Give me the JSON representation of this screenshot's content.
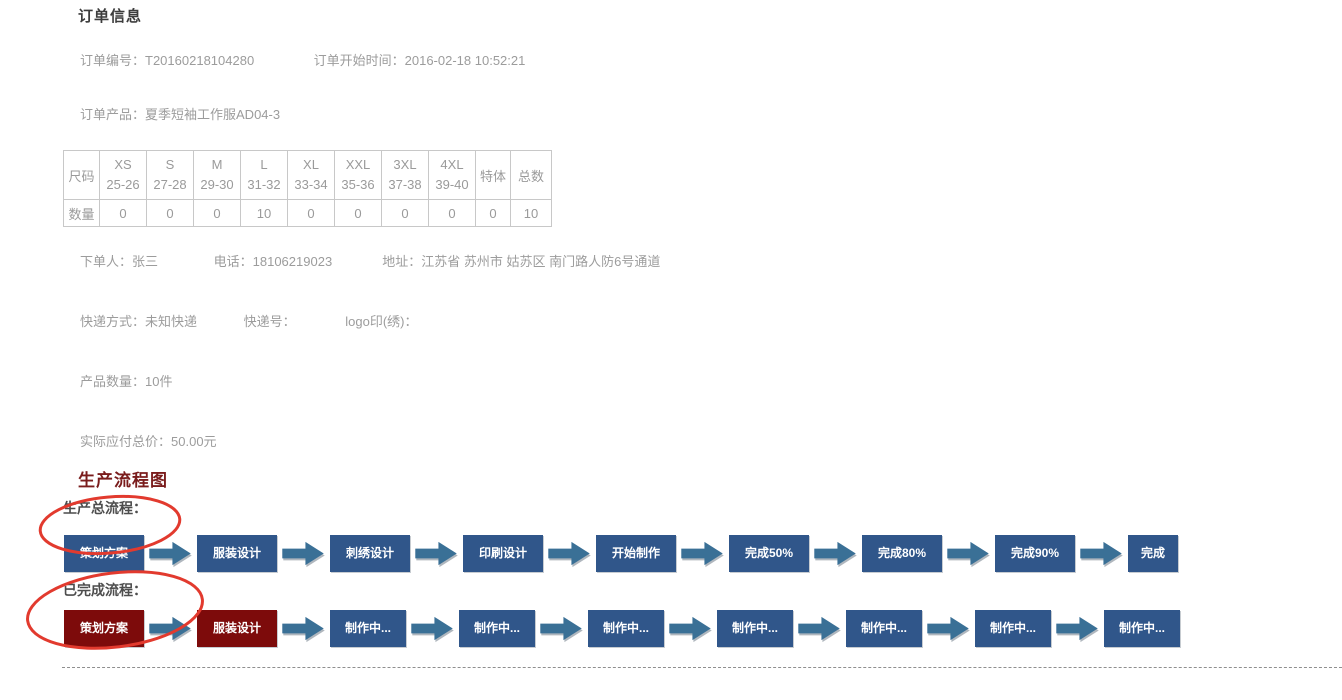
{
  "order_info": {
    "title": "订单信息",
    "number_label": "订单编号：",
    "number": "T20160218104280",
    "start_time_label": "订单开始时间：",
    "start_time": "2016-02-18 10:52:21",
    "product_label": "订单产品：",
    "product": "夏季短袖工作服AD04-3"
  },
  "size_table": {
    "row1_header": "尺码",
    "row2_header": "数量",
    "columns": [
      {
        "size": "XS",
        "range": "25-26"
      },
      {
        "size": "S",
        "range": "27-28"
      },
      {
        "size": "M",
        "range": "29-30"
      },
      {
        "size": "L",
        "range": "31-32"
      },
      {
        "size": "XL",
        "range": "33-34"
      },
      {
        "size": "XXL",
        "range": "35-36"
      },
      {
        "size": "3XL",
        "range": "37-38"
      },
      {
        "size": "4XL",
        "range": "39-40"
      }
    ],
    "special_header": "特体",
    "total_header": "总数",
    "quantities": [
      "0",
      "0",
      "0",
      "10",
      "0",
      "0",
      "0",
      "0",
      "0",
      "10"
    ]
  },
  "buyer_line": {
    "buyer_label": "下单人：",
    "buyer": "张三",
    "phone_label": "电话：",
    "phone": "18106219023",
    "address_label": "地址：",
    "address": "江苏省 苏州市 姑苏区 南门路人防6号通道"
  },
  "express_line": {
    "method_label": "快递方式：",
    "method": "未知快递",
    "number_label": "快递号：",
    "number": "",
    "logo_label": "logo印(绣)：",
    "logo": ""
  },
  "quantity_line": {
    "label": "产品数量：",
    "value": "10件"
  },
  "price_line": {
    "label": "实际应付总价：",
    "value": "50.00元"
  },
  "flow": {
    "title": "生产流程图",
    "total_label": "生产总流程：",
    "done_label": "已完成流程：",
    "total_steps": [
      "策划方案",
      "服装设计",
      "刺绣设计",
      "印刷设计",
      "开始制作",
      "完成50%",
      "完成80%",
      "完成90%",
      "完成"
    ],
    "done_steps": [
      {
        "label": "策划方案",
        "state": "completed"
      },
      {
        "label": "服装设计",
        "state": "completed"
      },
      {
        "label": "制作中...",
        "state": "in-progress"
      },
      {
        "label": "制作中...",
        "state": "in-progress"
      },
      {
        "label": "制作中...",
        "state": "in-progress"
      },
      {
        "label": "制作中...",
        "state": "in-progress"
      },
      {
        "label": "制作中...",
        "state": "in-progress"
      },
      {
        "label": "制作中...",
        "state": "in-progress"
      },
      {
        "label": "制作中...",
        "state": "in-progress"
      }
    ],
    "colors": {
      "step_blue": "#30568a",
      "step_done_red": "#7d0b0b",
      "arrow_blue": "#3a7096",
      "annotation_red": "#e23a2e",
      "heading_red": "#7a1c1c"
    }
  }
}
